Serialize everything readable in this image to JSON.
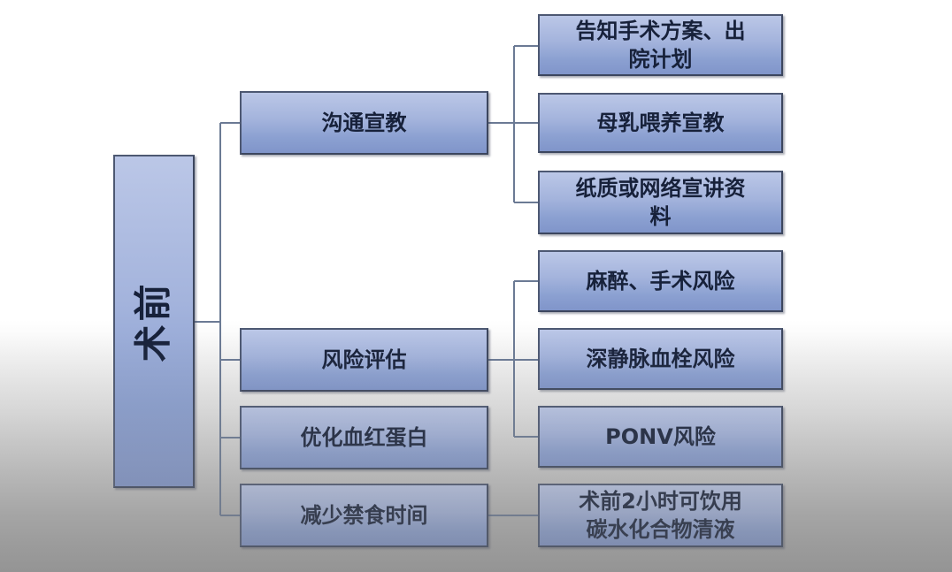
{
  "diagram": {
    "type": "hierarchy-flow",
    "root": {
      "label": "术前",
      "orientation": "vertical"
    },
    "level1": [
      {
        "id": "communication",
        "label": "沟通宣教"
      },
      {
        "id": "risk",
        "label": "风险评估"
      },
      {
        "id": "hemoglobin",
        "label": "优化血红蛋白"
      },
      {
        "id": "fasting",
        "label": "减少禁食时间"
      }
    ],
    "level2": [
      {
        "parent": "沟通宣教",
        "label": "告知手术方案、出院计划"
      },
      {
        "parent": "沟通宣教",
        "label": "母乳喂养宣教"
      },
      {
        "parent": "沟通宣教",
        "label": "纸质或网络宣讲资料"
      },
      {
        "parent": "风险评估",
        "label": "麻醉、手术风险"
      },
      {
        "parent": "风险评估",
        "label": "深静脉血栓风险"
      },
      {
        "parent": "风险评估",
        "label": "PONV风险"
      },
      {
        "parent": "减少禁食时间",
        "label": "术前2小时可饮用碳水化合物清液"
      }
    ],
    "colors": {
      "box_fill_top": "#bbc7e7",
      "box_fill_bottom": "#8095ca",
      "box_border": "#4d5872",
      "box_text": "#17213a",
      "connector": "#6b7a94",
      "background_top": "#ffffff",
      "background_bottom": "#a2a2a2"
    }
  }
}
